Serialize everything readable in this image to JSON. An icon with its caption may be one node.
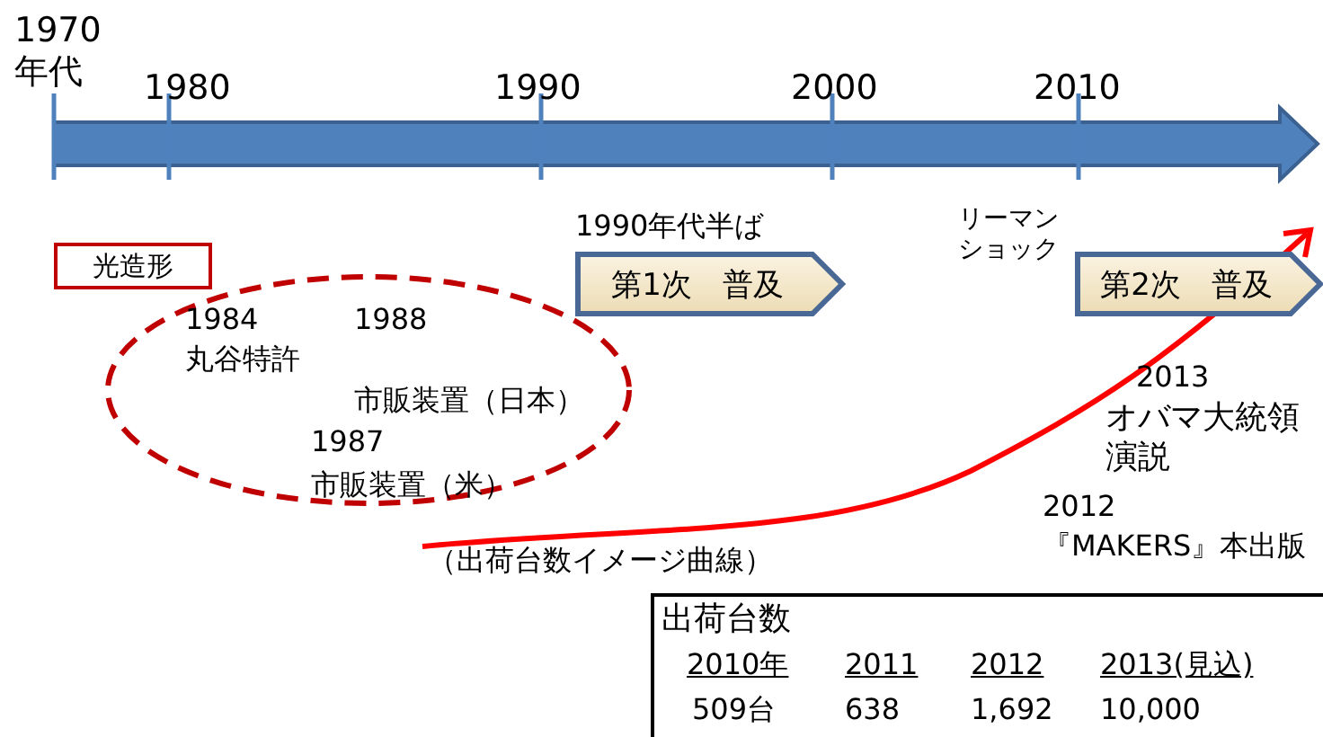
{
  "diagram": {
    "nodes": [
      {
        "text": [
          "光造形"
        ]
      },
      {
        "text": [
          "1984",
          "丸谷特許",
          "1988",
          "市販装置（日本）",
          "1987",
          "市販装置（米）"
        ]
      },
      {
        "text": [
          "第1次　普及"
        ],
        "beside": [
          "1990年代半ば"
        ]
      },
      {
        "text": [
          "第2次　普及"
        ]
      }
    ],
    "labels": [
      "1970 年代",
      "1980",
      "1990",
      "2000",
      "2010",
      "リーマンショック",
      "2013",
      "オバマ大統領演説",
      "2012",
      "『MAKERS』本出版",
      "（出荷台数イメージ曲線）",
      "出荷台数",
      "2010年",
      "2011",
      "2012",
      "2013(見込)",
      "509台",
      "638",
      "1,692",
      "10,000"
    ]
  }
}
